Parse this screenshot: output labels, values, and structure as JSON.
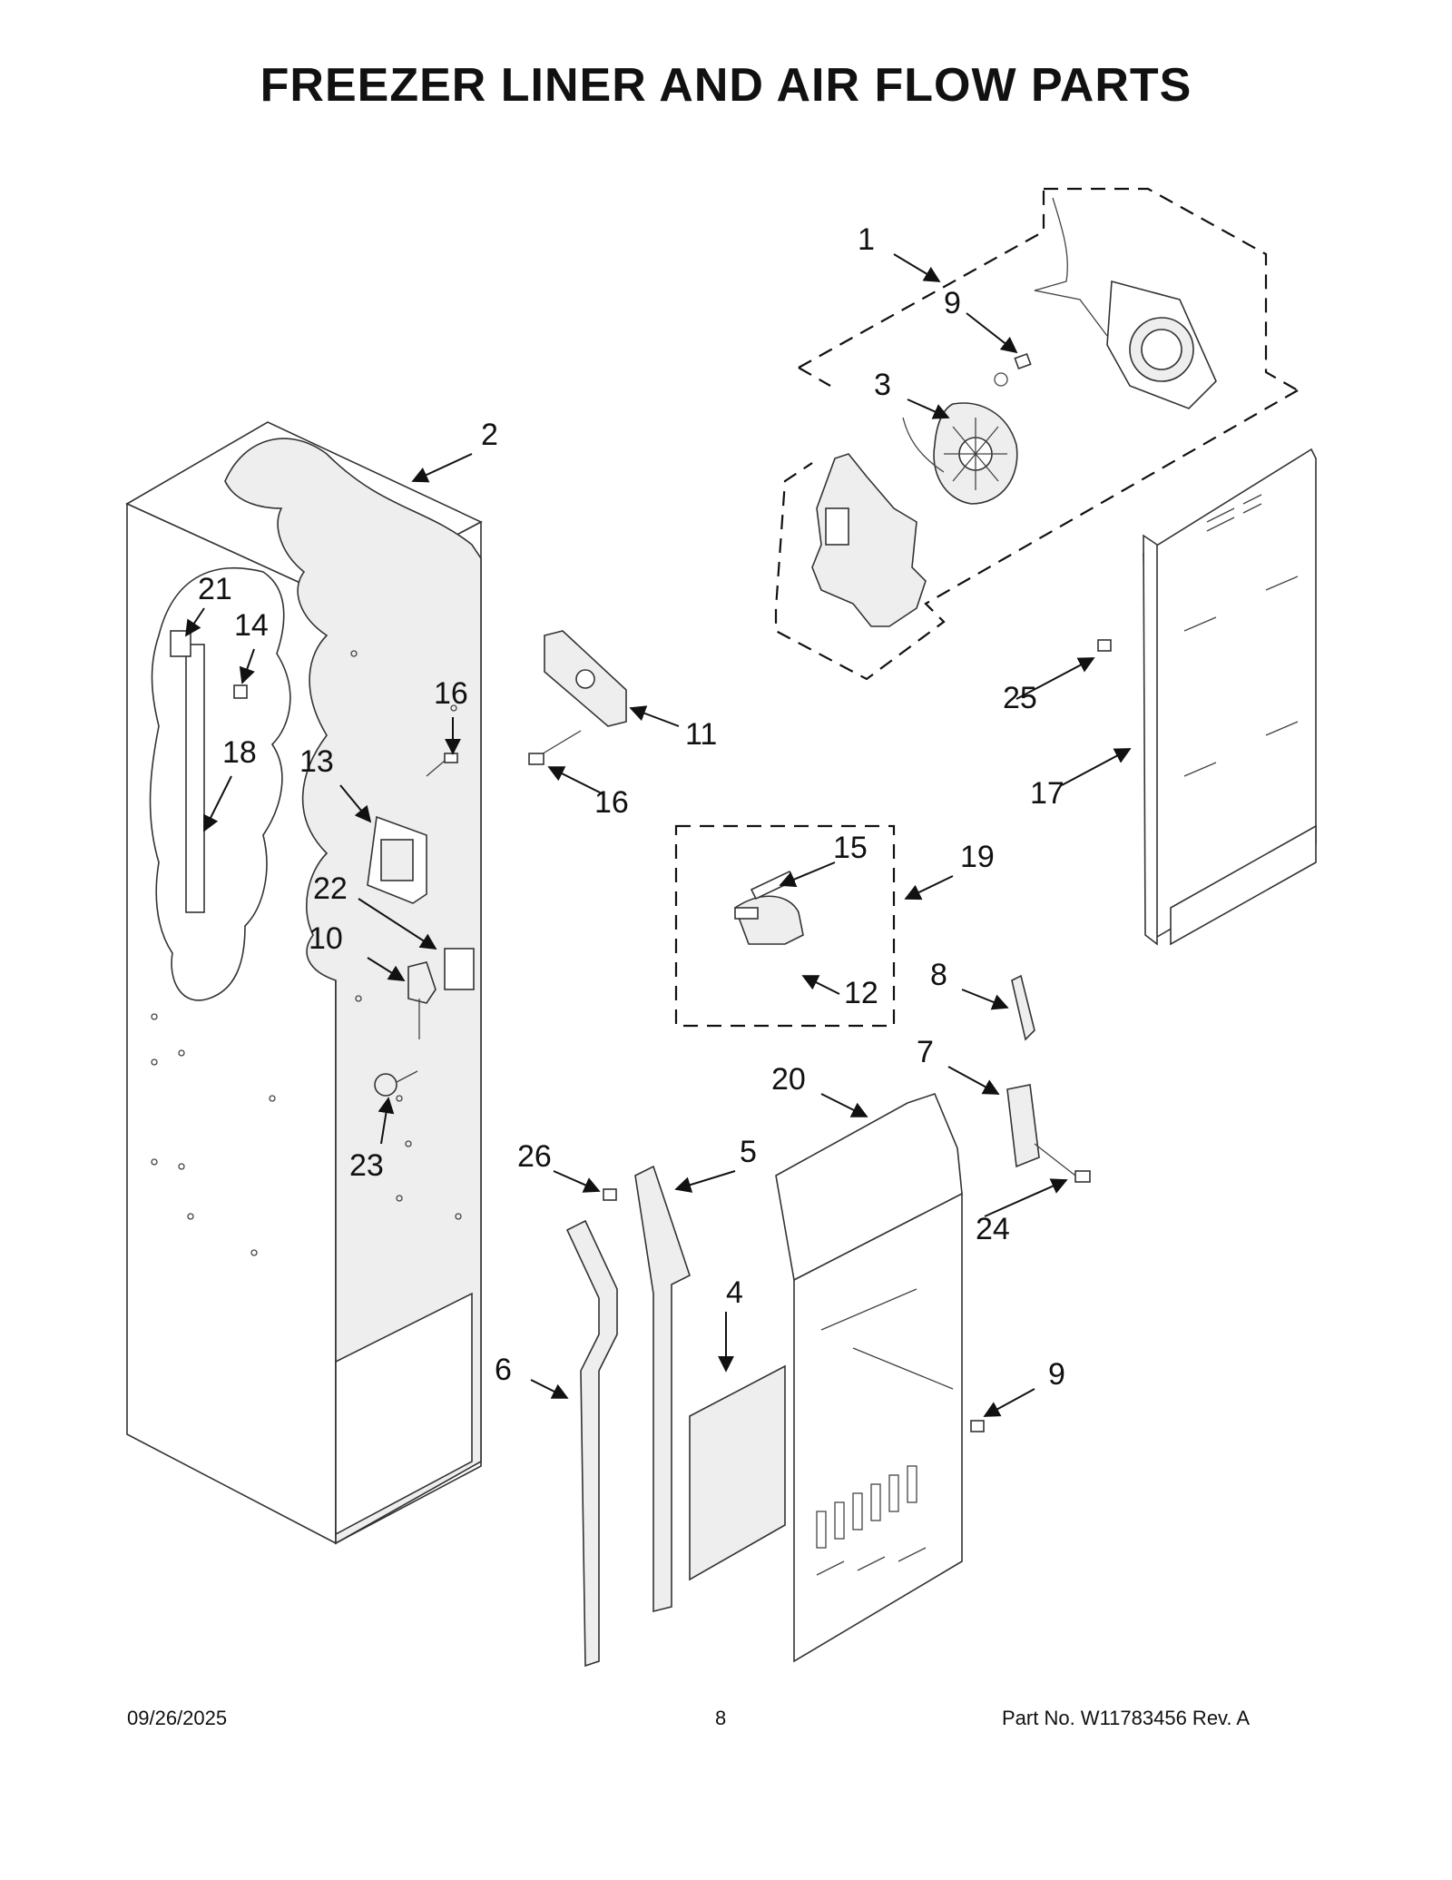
{
  "title": "FREEZER LINER AND AIR FLOW PARTS",
  "callouts": {
    "c1": "1",
    "c2": "2",
    "c3": "3",
    "c4": "4",
    "c5": "5",
    "c6": "6",
    "c7": "7",
    "c8": "8",
    "c9a": "9",
    "c9b": "9",
    "c10": "10",
    "c11": "11",
    "c12": "12",
    "c13": "13",
    "c14": "14",
    "c15": "15",
    "c16a": "16",
    "c16b": "16",
    "c17": "17",
    "c18": "18",
    "c19": "19",
    "c20": "20",
    "c21": "21",
    "c22": "22",
    "c23": "23",
    "c24": "24",
    "c25": "25",
    "c26": "26"
  },
  "footer": {
    "date": "09/26/2025",
    "page": "8",
    "part_no": "Part No.  W11783456  Rev.  A"
  }
}
